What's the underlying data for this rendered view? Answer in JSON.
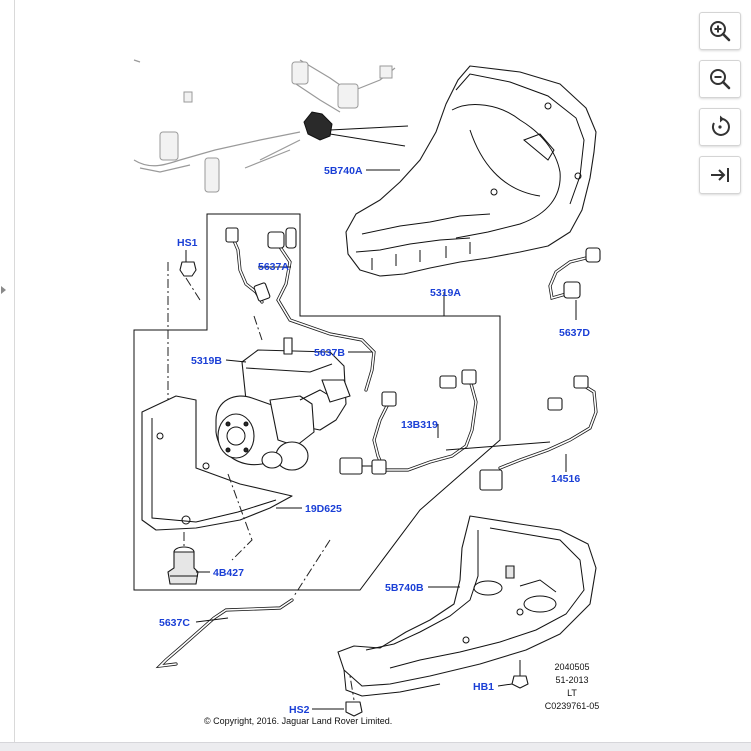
{
  "toolbar": {
    "items": [
      {
        "name": "zoom-in",
        "icon": "zoom-in-icon"
      },
      {
        "name": "zoom-out",
        "icon": "zoom-out-icon"
      },
      {
        "name": "rotate",
        "icon": "rotate-icon"
      },
      {
        "name": "fit-width",
        "icon": "arrow-to-right-icon"
      }
    ]
  },
  "diagram": {
    "callouts": {
      "hs1": "HS1",
      "c5637a": "5637A",
      "c5b740a": "5B740A",
      "c5319a": "5319A",
      "c5637d": "5637D",
      "c5319b": "5319B",
      "c5637b": "5637B",
      "c13b319": "13B319",
      "c14516": "14516",
      "c19d625": "19D625",
      "c4b427": "4B427",
      "c5b740b": "5B740B",
      "c5637c": "5637C",
      "hb1": "HB1",
      "hs2": "HS2"
    },
    "meta_lines": [
      "2040505",
      "51-2013",
      "LT",
      "C0239761-05"
    ],
    "copyright": "© Copyright, 2016. Jaguar Land Rover Limited."
  },
  "colors": {
    "callout": "#1a3fd6",
    "line": "#111111",
    "background": "#ffffff"
  }
}
